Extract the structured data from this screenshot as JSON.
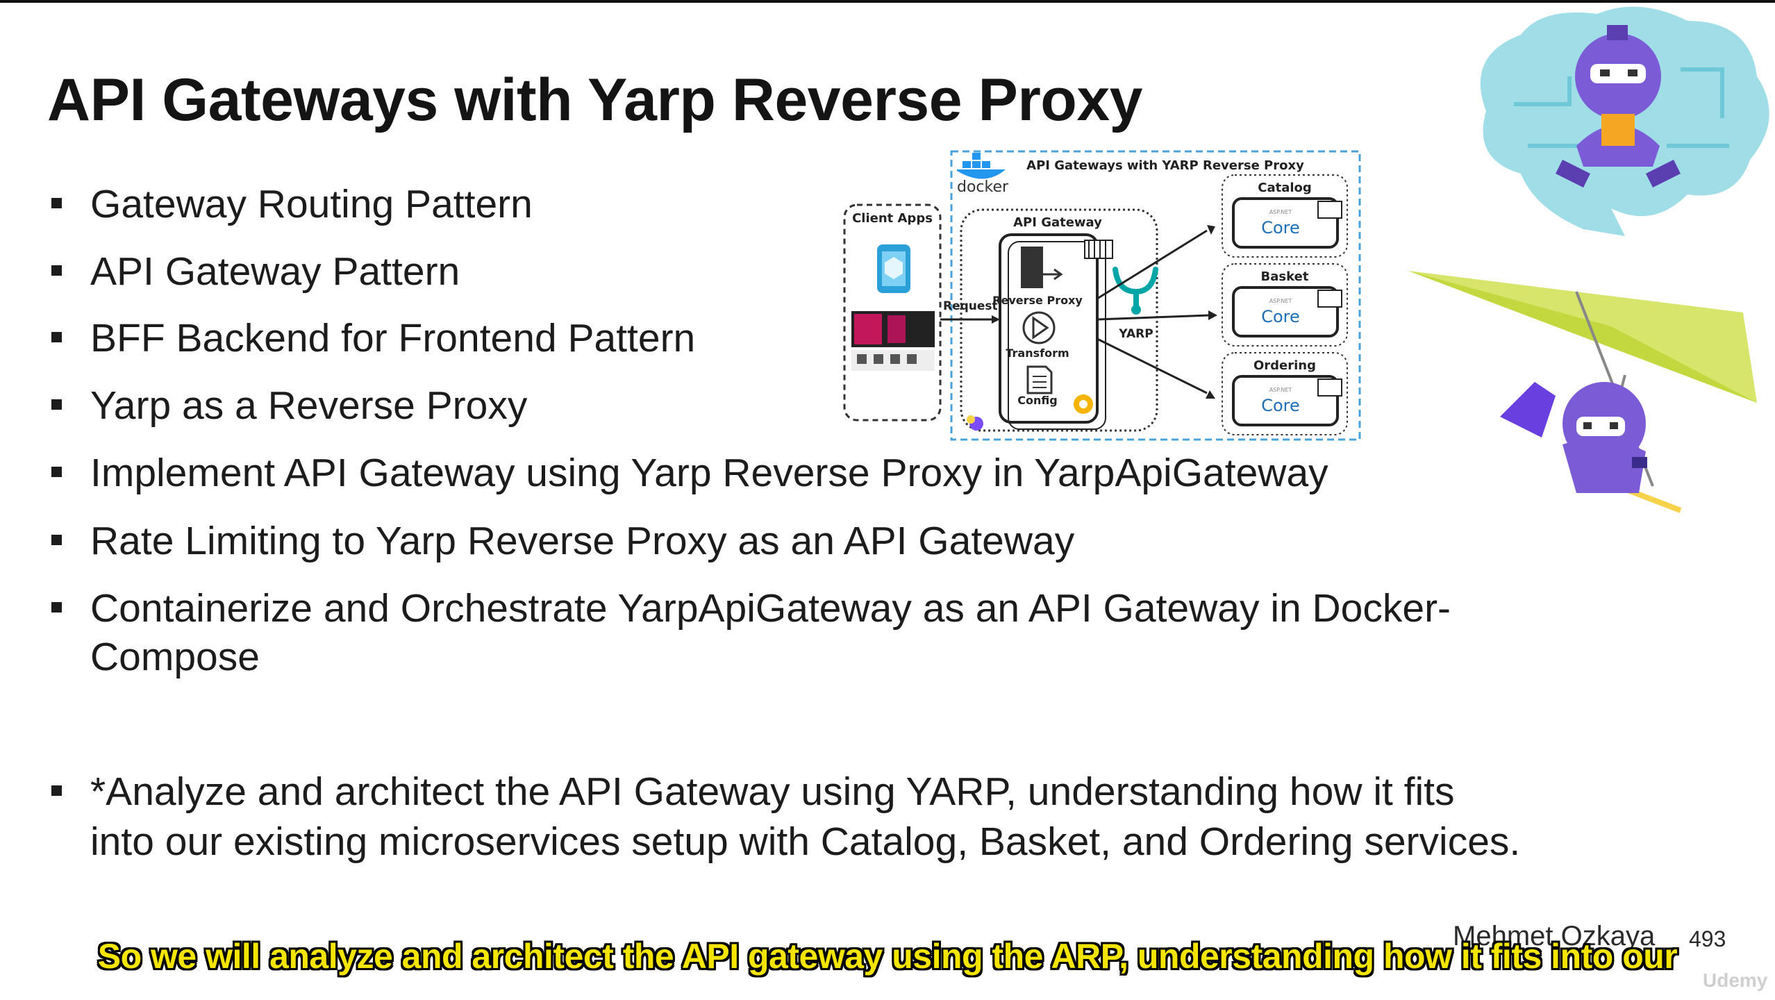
{
  "slide": {
    "title": "API Gateways with Yarp Reverse Proxy",
    "bullets": [
      "Gateway Routing Pattern",
      "API Gateway Pattern",
      "BFF Backend for Frontend Pattern",
      "Yarp as a Reverse Proxy",
      "Implement API Gateway using Yarp Reverse Proxy in YarpApiGateway",
      "Rate Limiting to Yarp Reverse Proxy as an API Gateway",
      "Containerize and Orchestrate YarpApiGateway as an API Gateway in Docker-",
      "Compose",
      "*Analyze and architect the API Gateway using YARP, understanding how it fits",
      "into our existing microservices setup with Catalog, Basket, and Ordering services."
    ],
    "author": "Mehmet Ozkaya",
    "page_number": "493"
  },
  "diagram": {
    "title": "API Gateways with YARP Reverse Proxy",
    "docker_label": "docker",
    "client_apps": "Client Apps",
    "request_label": "Request",
    "api_gateway": "API Gateway",
    "reverse_proxy": "Reverse Proxy",
    "transform": "Transform",
    "config": "Config",
    "yarp": "YARP",
    "services": [
      "Catalog",
      "Basket",
      "Ordering"
    ],
    "aspnet_label": "ASP.NET",
    "core_label": "Core"
  },
  "subtitle": "So we will analyze and architect the API gateway using the ARP, understanding how it fits into our",
  "watermark": "Udemy",
  "colors": {
    "subtitle": "#f3e500",
    "accent_blue": "#4aa3d8",
    "mascot_purple": "#7b5cd6"
  }
}
